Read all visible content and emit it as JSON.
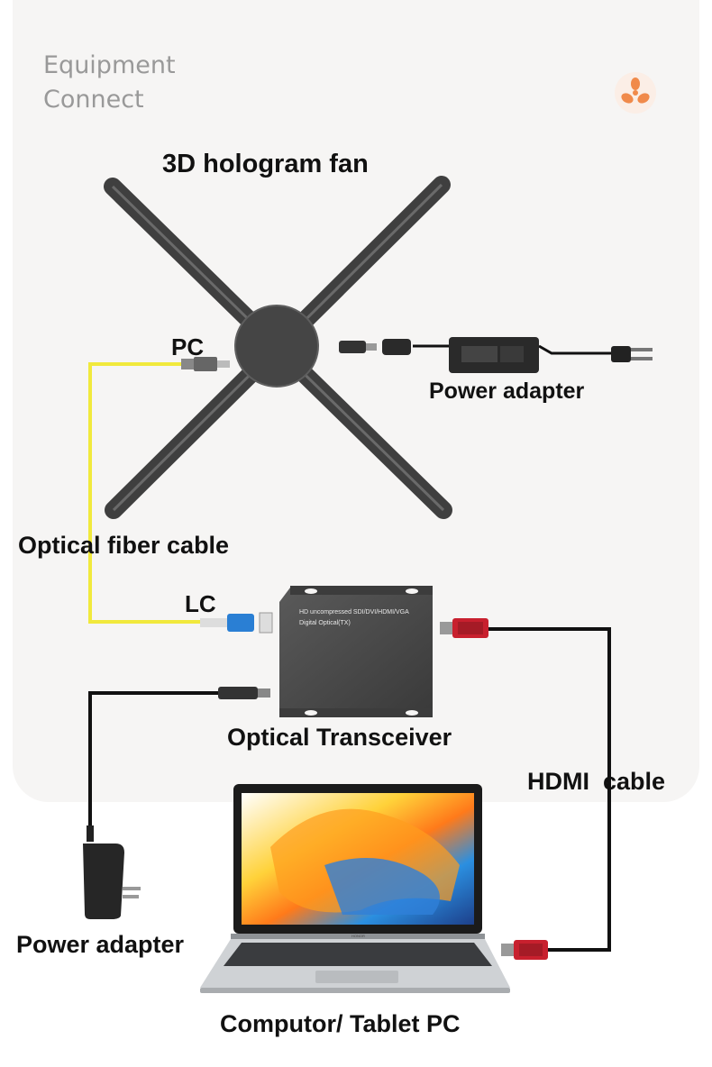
{
  "header": {
    "line1": "Equipment",
    "line2": "Connect"
  },
  "labels": {
    "fan": "3D hologram fan",
    "pc_connector": "PC",
    "power_adapter_top": "Power adapter",
    "fiber_cable": "Optical fiber cable",
    "lc_connector": "LC",
    "transceiver": "Optical Transceiver",
    "hdmi_cable": "HDMI  cable",
    "power_adapter_bottom": "Power adapter",
    "computer": "Computor/ Tablet PC"
  },
  "transceiver_text": {
    "line1": "HD uncompressed SDI/DVI/HDMI/VGA",
    "line2": "Digital Optical(TX)"
  },
  "laptop_brand": "HONOR",
  "colors": {
    "fiber": "#f1e93c",
    "cable": "#111111",
    "hdmi_plug": "#c8202e",
    "device": "#4a4a4a",
    "lc_plug": "#2a7fd4",
    "logo": "#f08a4b"
  }
}
